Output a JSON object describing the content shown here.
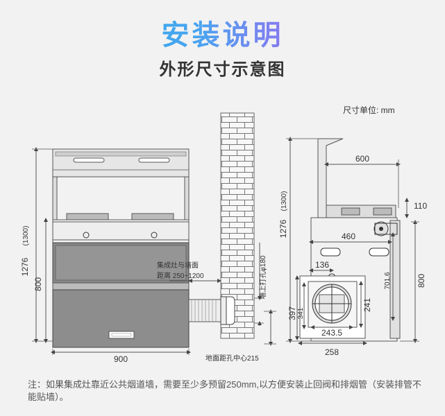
{
  "header": {
    "title": "安装说明",
    "subtitle": "外形尺寸示意图"
  },
  "unit_label": "尺寸单位: mm",
  "front_view": {
    "height_total": "1276",
    "height_total_alt": "(1300)",
    "height_body": "800",
    "width": "900"
  },
  "wall": {
    "distance_label_1": "集成灶与墙面",
    "distance_label_2": "距离 250~1200",
    "hole_label": "墙上打孔φ180",
    "floor_hole_label": "地面距孔中心215"
  },
  "side_view": {
    "depth_top": "600",
    "height_total": "1276",
    "height_total_alt": "(1300)",
    "dim_110": "110",
    "dim_460": "460",
    "dim_136": "136",
    "dim_701_6": "701.6",
    "dim_800": "800",
    "dim_397": "397",
    "dim_341": "341",
    "dim_241": "241",
    "dim_243_5": "243.5",
    "dim_258": "258"
  },
  "note": "注：如果集成灶靠近公共烟道墙，需要至少多预留250mm,以方便安装止回阀和排烟管（安装排管不能贴墙）。",
  "colors": {
    "line": "#555555",
    "panel": "#d9d9d9",
    "dark_panel": "#8a8a8a"
  }
}
